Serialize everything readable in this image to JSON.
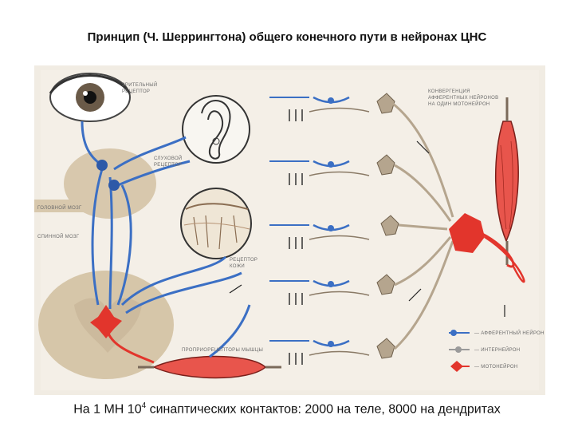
{
  "slide": {
    "title": "Принцип (Ч. Шеррингтона) общего конечного пути в нейронах ЦНС",
    "caption_prefix": "На 1 МН 10",
    "caption_exponent": "4",
    "caption_suffix": " синаптических контактов: 2000 на теле, 8000 на дендритах"
  },
  "poster": {
    "labels": {
      "visual_receptor": [
        "ЗРИТЕЛЬНЫЙ",
        "РЕЦЕПТОР"
      ],
      "auditory_receptor": [
        "СЛУХОВОЙ",
        "РЕЦЕПТОР"
      ],
      "brain": "ГОЛОВНОЙ МОЗГ",
      "spinal_cord": "СПИННОЙ МОЗГ",
      "skin_receptor": [
        "РЕЦЕПТОР",
        "КОЖИ"
      ],
      "proprioceptor": "ПРОПРИОРЕЦЕПТОРЫ МЫШЦЫ",
      "convergence": [
        "КОНВЕРГЕНЦИЯ",
        "АФФЕРЕНТНЫХ НЕЙРОНОВ",
        "НА ОДИН МОТОНЕЙРОН"
      ]
    },
    "legend": [
      {
        "label": "— АФФЕРЕНТНЫЙ НЕЙРОН",
        "color": "#3b6fc4"
      },
      {
        "label": "— ИНТЕРНЕЙРОН",
        "color": "#9a9a9a"
      },
      {
        "label": "— МОТОНЕЙРОН",
        "color": "#e2352c"
      }
    ],
    "colors": {
      "afferent": "#3b6fc4",
      "interneuron": "#b5a58e",
      "motor": "#e2352c",
      "background": "#f1ece3",
      "cns": "#d8c8ad"
    }
  }
}
